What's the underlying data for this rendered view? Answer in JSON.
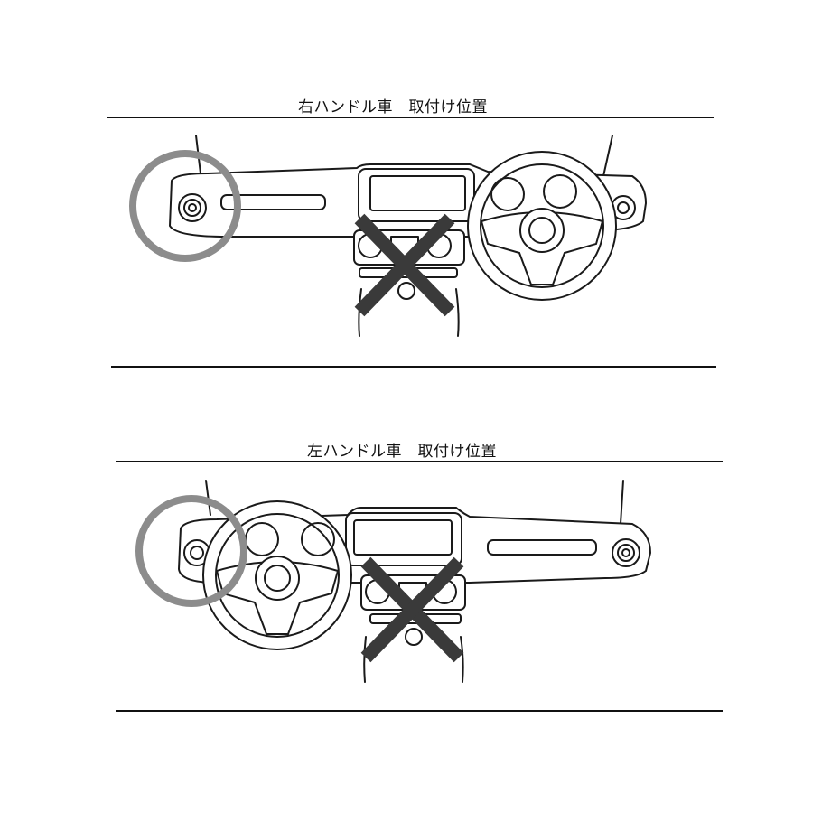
{
  "sections": [
    {
      "title": "右ハンドル車　取付け位置",
      "ok_marker": "gray-circle",
      "ng_marker": "x-mark"
    },
    {
      "title": "左ハンドル車　取付け位置",
      "ok_marker": "gray-circle",
      "ng_marker": "x-mark"
    }
  ],
  "colors": {
    "ok_circle": "#8c8c8c",
    "ng_cross": "#3a3a3a",
    "line": "#1a1a1a"
  }
}
